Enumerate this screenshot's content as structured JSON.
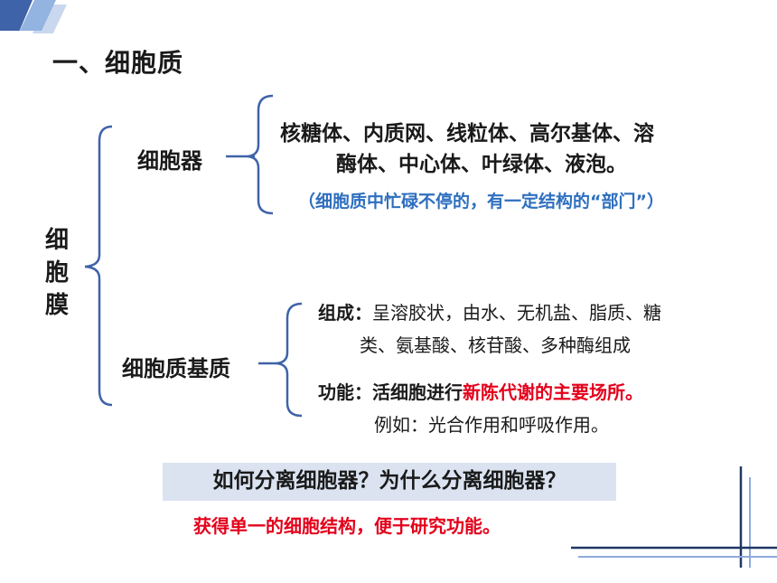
{
  "slide": {
    "title": "一、细胞质",
    "side_label": [
      "细",
      "胞",
      "膜"
    ],
    "organelle": {
      "label": "细胞器",
      "line1": "核糖体、内质网、线粒体、高尔基体、溶",
      "line2": "酶体、中心体、叶绿体、液泡。",
      "note": "（细胞质中忙碌不停的，有一定结构的“部门”）"
    },
    "matrix": {
      "label": "细胞质基质",
      "composition_key": "组成：",
      "composition_line1": "呈溶胶状，由水、无机盐、脂质、糖",
      "composition_line2": "类、氨基酸、核苷酸、多种酶组成",
      "function_key": "功能：活细胞进行",
      "function_red": "新陈代谢的主要场所。",
      "example": "例如：光合作用和呼吸作用。"
    },
    "question": "如何分离细胞器？为什么分离细胞器？",
    "answer": "获得单一的细胞结构，便于研究功能。"
  },
  "colors": {
    "bracket": "#3f63a8",
    "note": "#2e6fbf",
    "highlight": "#e3001b",
    "question_box": "#dbe3f1",
    "deco_dark": "#3f63a8",
    "deco_mid": "#93b3e0",
    "deco_light": "#c9d8ef",
    "corner_dark": "#1f3864",
    "corner_light": "#8faadc"
  }
}
